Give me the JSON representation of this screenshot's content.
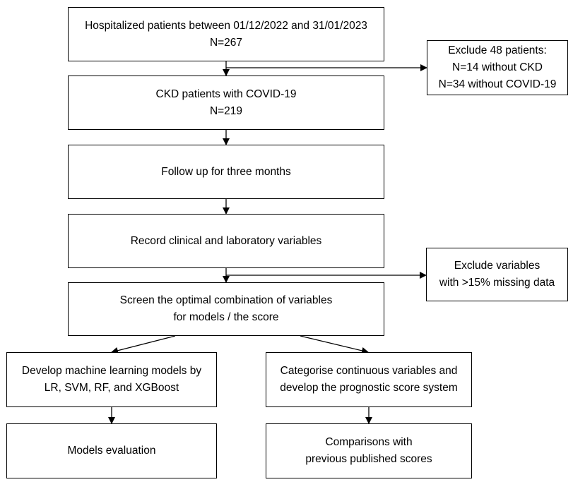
{
  "boxes": {
    "hospitalized": {
      "line1": "Hospitalized patients between 01/12/2022 and 31/01/2023",
      "line2": "N=267"
    },
    "exclude_patients": {
      "line1": "Exclude 48 patients:",
      "line2": "N=14 without CKD",
      "line3": "N=34 without COVID-19"
    },
    "ckd_covid": {
      "line1": "CKD patients with COVID-19",
      "line2": "N=219"
    },
    "follow_up": {
      "line1": "Follow up for three months"
    },
    "record_variables": {
      "line1": "Record clinical and laboratory variables"
    },
    "exclude_variables": {
      "line1": "Exclude variables",
      "line2": "with >15% missing data"
    },
    "screen_variables": {
      "line1": "Screen the optimal combination of variables",
      "line2": "for models / the score"
    },
    "develop_ml": {
      "line1": "Develop machine learning models by",
      "line2": "LR, SVM, RF, and XGBoost"
    },
    "categorise": {
      "line1": "Categorise continuous variables and",
      "line2": "develop the prognostic score system"
    },
    "models_evaluation": {
      "line1": "Models evaluation"
    },
    "comparisons": {
      "line1": "Comparisons with",
      "line2": "previous published scores"
    }
  }
}
